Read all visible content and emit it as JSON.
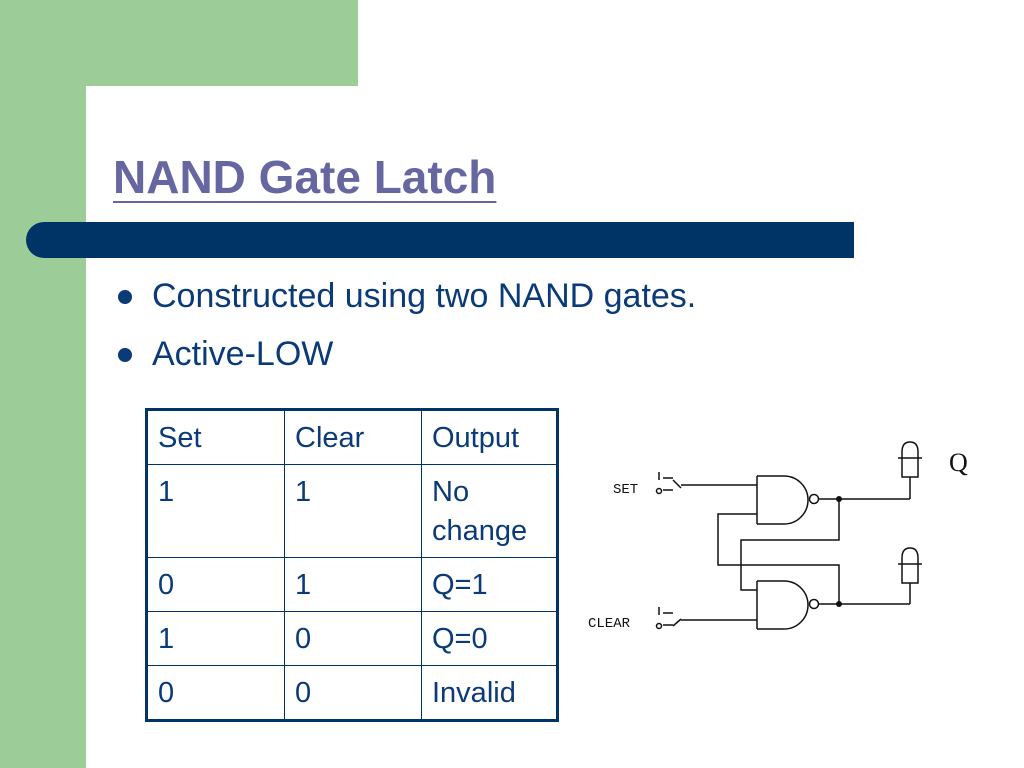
{
  "title": "NAND Gate Latch",
  "bullets": [
    "Constructed using two NAND gates.",
    "Active-LOW"
  ],
  "table": {
    "headers": [
      "Set",
      "Clear",
      "Output"
    ],
    "rows": [
      [
        "1",
        "1",
        "No change"
      ],
      [
        "0",
        "1",
        "Q=1"
      ],
      [
        "1",
        "0",
        "Q=0"
      ],
      [
        "0",
        "0",
        "Invalid"
      ]
    ]
  },
  "circuit": {
    "set_label": "SET",
    "clear_label": "CLEAR",
    "output_label": "Q"
  },
  "colors": {
    "green_background": "#9ccd98",
    "navy_bar": "#003366",
    "title_color": "#6666a0",
    "text_color": "#0a3a78"
  }
}
